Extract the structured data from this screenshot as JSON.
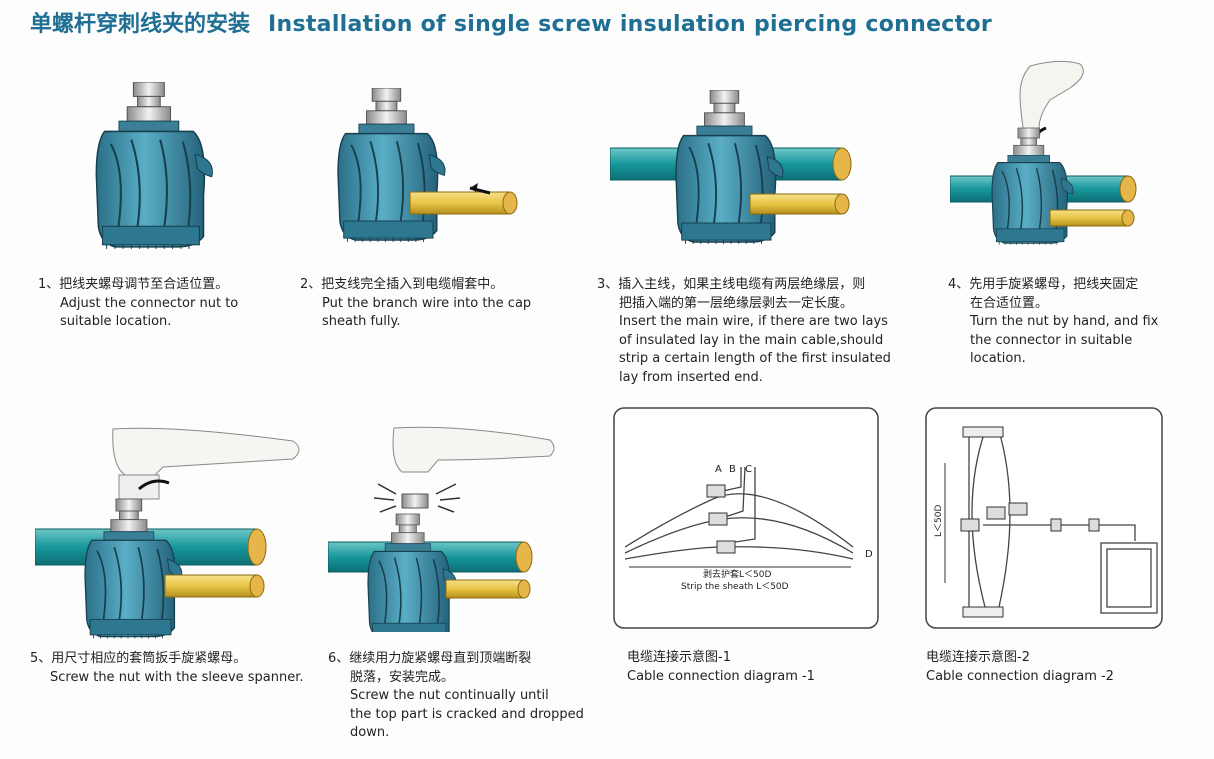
{
  "header": {
    "title_cn": "单螺杆穿刺线夹的安装",
    "title_en": "Installation of single screw insulation piercing connector"
  },
  "steps": [
    {
      "num_cn": "1、把线夹螺母调节至合适位置。",
      "en_lines": [
        "Adjust the connector nut to",
        "suitable location."
      ]
    },
    {
      "num_cn": "2、把支线完全插入到电缆帽套中。",
      "en_lines": [
        "Put the branch wire into the cap",
        "sheath fully."
      ]
    },
    {
      "num_cn": "3、插入主线，如果主线电缆有两层绝缘层，则",
      "cn2": "把插入端的第一层绝缘层剥去一定长度。",
      "en_lines": [
        "Insert the main wire, if there are two lays",
        "of insulated lay in the main cable,should",
        "strip a certain length of the first insulated",
        "lay from inserted end."
      ]
    },
    {
      "num_cn": "4、先用手旋紧螺母，把线夹固定",
      "cn2": "在合适位置。",
      "en_lines": [
        "Turn the nut by hand, and fix",
        "the connector in suitable",
        "location."
      ]
    },
    {
      "num_cn": "5、用尺寸相应的套筒扳手旋紧螺母。",
      "en_lines": [
        "Screw the nut with the sleeve spanner."
      ]
    },
    {
      "num_cn": "6、继续用力旋紧螺母直到顶端断裂",
      "cn2": "脱落，安装完成。",
      "en_lines": [
        "Screw the nut continually until",
        "the top part is cracked and dropped",
        "down."
      ]
    }
  ],
  "diagram1": {
    "labels": {
      "a": "A",
      "b": "B",
      "c": "C",
      "d": "D"
    },
    "strip_cn": "剥去护套L＜50D",
    "strip_en": "Strip the sheath L＜50D",
    "caption_cn": "电缆连接示意图-1",
    "caption_en": "Cable connection diagram -1"
  },
  "diagram2": {
    "dim_label": "L＜50D",
    "caption_cn": "电缆连接示意图-2",
    "caption_en": "Cable connection diagram -2"
  },
  "colors": {
    "connector": "#3d8ea8",
    "main_wire": "#1a9aa0",
    "branch_wire": "#e8c445",
    "title": "#1f6f95"
  }
}
